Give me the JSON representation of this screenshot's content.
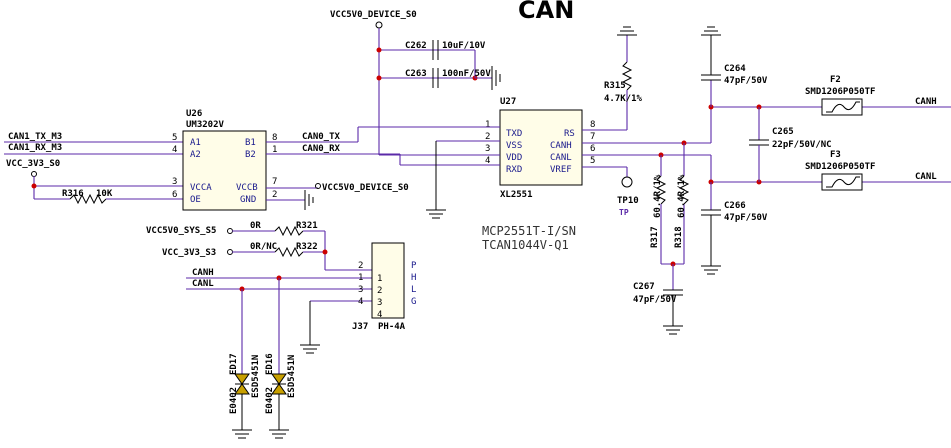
{
  "title": "CAN",
  "labels": {
    "vcc5v0_device_top": "VCC5V0_DEVICE_S0",
    "vcc5v0_device_u26": "VCC5V0_DEVICE_S0",
    "vcc5v0_sys": "VCC5V0_SYS_S5",
    "vcc3v3_s3": "VCC_3V3_S3",
    "vcc3v3_s0": "VCC_3V3_S0",
    "can1_tx": "CAN1_TX_M3",
    "can1_rx": "CAN1_RX_M3",
    "can0_tx": "CAN0_TX",
    "can0_rx": "CAN0_RX",
    "canh_left": "CANH",
    "canl_left": "CANL",
    "canh_right": "CANH",
    "canl_right": "CANL"
  },
  "u26": {
    "ref": "U26",
    "part": "UM3202V",
    "left_pins": [
      "A1",
      "A2",
      "VCCA",
      "OE"
    ],
    "left_nums": [
      "5",
      "4",
      "3",
      "6"
    ],
    "right_pins": [
      "B1",
      "B2",
      "VCCB",
      "GND"
    ],
    "right_nums": [
      "8",
      "1",
      "7",
      "2"
    ]
  },
  "u27": {
    "ref": "U27",
    "part": "XL2551",
    "left_pins": [
      "TXD",
      "VSS",
      "VDD",
      "RXD"
    ],
    "left_nums": [
      "1",
      "2",
      "3",
      "4"
    ],
    "right_pins": [
      "RS",
      "CANH",
      "CANL",
      "VREF"
    ],
    "right_nums": [
      "8",
      "7",
      "6",
      "5"
    ]
  },
  "alt_parts": [
    "MCP2551T-I/SN",
    "TCAN1044V-Q1"
  ],
  "capacitors": {
    "c262": {
      "ref": "C262",
      "value": "10uF/10V"
    },
    "c263": {
      "ref": "C263",
      "value": "100nF/50V"
    },
    "c264": {
      "ref": "C264",
      "value": "47pF/50V"
    },
    "c265": {
      "ref": "C265",
      "value": "22pF/50V/NC"
    },
    "c266": {
      "ref": "C266",
      "value": "47pF/50V"
    },
    "c267": {
      "ref": "C267",
      "value": "47pF/50V"
    }
  },
  "resistors": {
    "r315": {
      "ref": "R315",
      "value": "4.7K/1%"
    },
    "r316": {
      "ref": "R316",
      "value": "10K"
    },
    "r317": {
      "ref": "R317",
      "value": "60.4R/1%"
    },
    "r318": {
      "ref": "R318",
      "value": "60.4R/1%"
    },
    "r321": {
      "ref": "R321",
      "value": "0R"
    },
    "r322": {
      "ref": "R322",
      "value": "0R/NC"
    }
  },
  "fuses": {
    "f2": {
      "ref": "F2",
      "part": "SMD1206P050TF"
    },
    "f3": {
      "ref": "F3",
      "part": "SMD1206P050TF"
    }
  },
  "testpoint": {
    "ref": "TP10",
    "type": "TP"
  },
  "connector": {
    "ref": "J37",
    "part": "PH-4A",
    "pins": [
      "1",
      "2",
      "3",
      "4"
    ],
    "outer_nums": [
      "2",
      "1",
      "3",
      "4"
    ],
    "signals": [
      "P",
      "H",
      "L",
      "G"
    ]
  },
  "esd": {
    "ed17": {
      "ref": "ED17",
      "part": "ESD5451N",
      "pkg": "E0402"
    },
    "ed16": {
      "ref": "ED16",
      "part": "ESD5451N",
      "pkg": "E0402"
    }
  }
}
